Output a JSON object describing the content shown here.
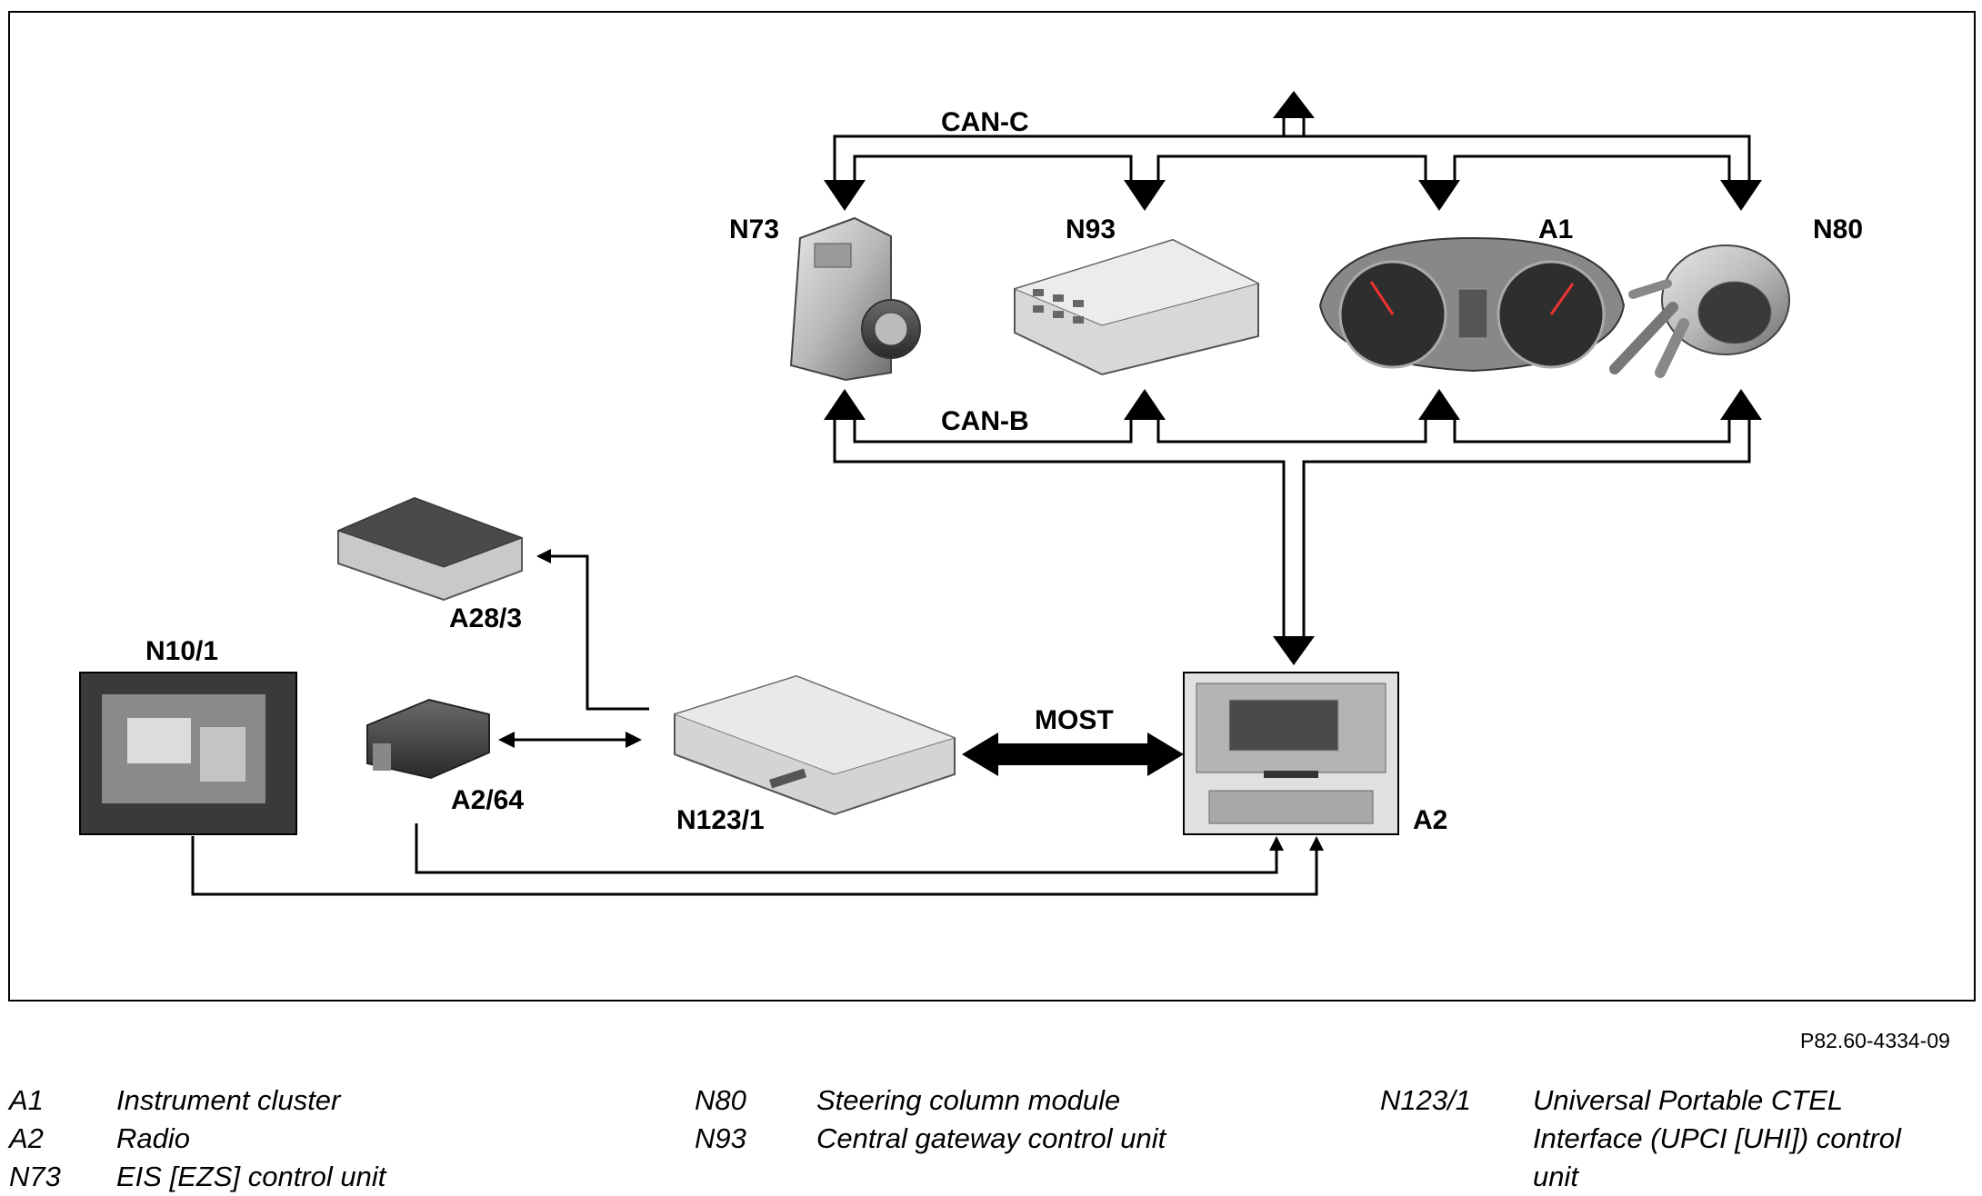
{
  "bus_labels": {
    "can_c": "CAN-C",
    "can_b": "CAN-B",
    "most": "MOST"
  },
  "components": {
    "n73": "N73",
    "n93": "N93",
    "a1": "A1",
    "n80": "N80",
    "a28_3": "A28/3",
    "n10_1": "N10/1",
    "a2_64": "A2/64",
    "n123_1": "N123/1",
    "a2": "A2"
  },
  "figure_ref": "P82.60-4334-09",
  "legend": [
    {
      "code": "A1",
      "desc": "Instrument cluster"
    },
    {
      "code": "A2",
      "desc": "Radio"
    },
    {
      "code": "N73",
      "desc": "EIS [EZS] control unit"
    },
    {
      "code": "N80",
      "desc": "Steering column module"
    },
    {
      "code": "N93",
      "desc": "Central gateway control unit"
    },
    {
      "code": "N123/1",
      "desc": "Universal Portable CTEL Interface (UPCI [UHI]) control unit"
    }
  ]
}
